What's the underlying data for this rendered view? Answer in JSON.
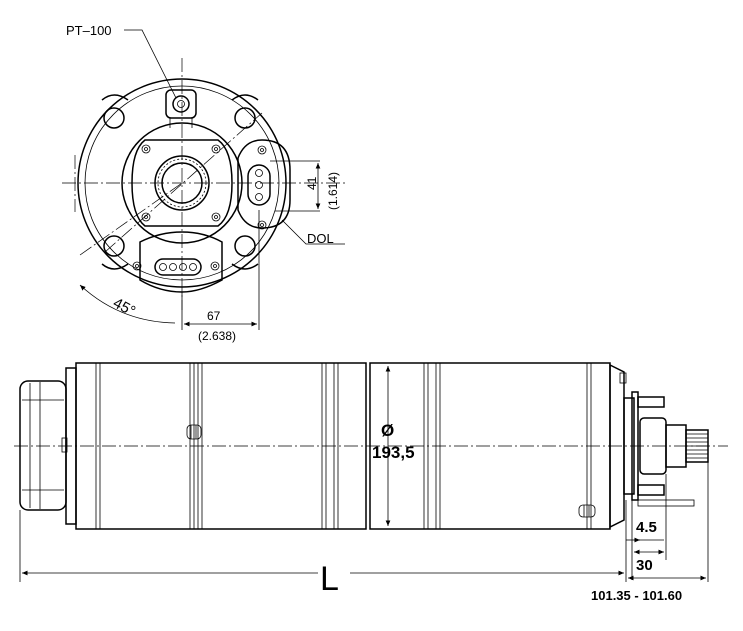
{
  "labels": {
    "pt100": "PT–100",
    "dim41": "41",
    "dim41_in": "(1.614)",
    "dol": "DOL",
    "angle": "45°",
    "dim67": "67",
    "dim67_in": "(2.638)",
    "dia_symbol": "Ø",
    "dia_value": "193,5",
    "dim4_5": "4.5",
    "dim30": "30",
    "length": "L",
    "shaft_range": "101.35 - 101.60"
  }
}
